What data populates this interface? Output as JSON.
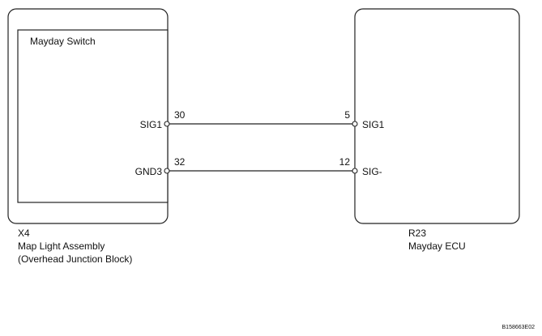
{
  "left_component": {
    "code": "X4",
    "name_line1": "Map Light Assembly",
    "name_line2": "(Overhead Junction Block)",
    "inner_title": "Mayday Switch",
    "pins": [
      {
        "label": "SIG1",
        "number": "30"
      },
      {
        "label": "GND3",
        "number": "32"
      }
    ]
  },
  "right_component": {
    "code": "R23",
    "name": "Mayday ECU",
    "pins": [
      {
        "label": "SIG1",
        "number": "5"
      },
      {
        "label": "SIG-",
        "number": "12"
      }
    ]
  },
  "footer": {
    "figure_id": "B158663E02"
  }
}
